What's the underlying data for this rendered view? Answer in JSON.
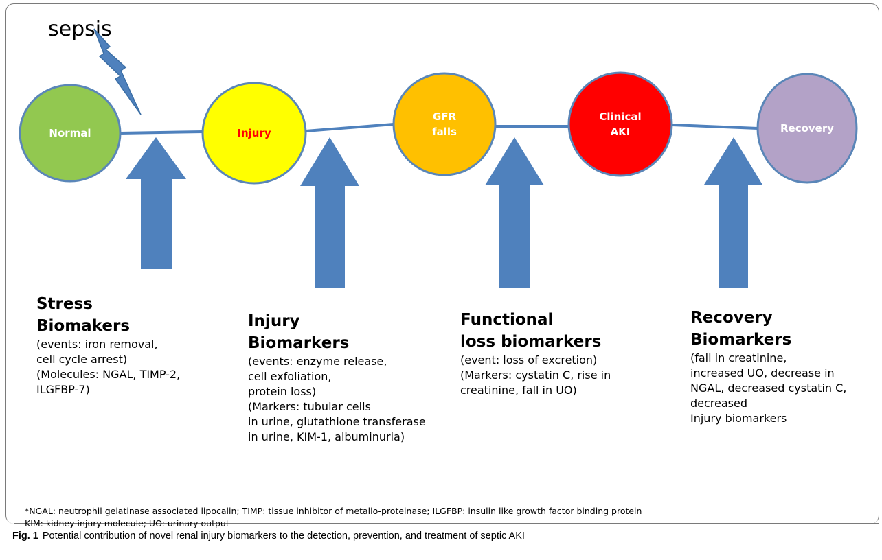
{
  "title": "sepsis",
  "nodes": [
    {
      "id": "normal",
      "lines": [
        "Normal"
      ],
      "fill": "#92c850",
      "stroke": "#5a86b8",
      "text_color": "#ffffff"
    },
    {
      "id": "injury",
      "lines": [
        "Injury"
      ],
      "fill": "#ffff00",
      "stroke": "#5a86b8",
      "text_color": "#ff0000"
    },
    {
      "id": "gfr",
      "lines": [
        "GFR",
        "falls"
      ],
      "fill": "#ffc000",
      "stroke": "#5a86b8",
      "text_color": "#ffffff"
    },
    {
      "id": "aki",
      "lines": [
        "Clinical",
        "AKI"
      ],
      "fill": "#ff0000",
      "stroke": "#5a86b8",
      "text_color": "#ffffff"
    },
    {
      "id": "recovery",
      "lines": [
        "Recovery"
      ],
      "fill": "#b3a2c7",
      "stroke": "#5a86b8",
      "text_color": "#ffffff"
    }
  ],
  "colors": {
    "connector": "#4f81bd",
    "arrow": "#4f81bd",
    "lightning": "#4f81bd"
  },
  "biomarkers": [
    {
      "heading": [
        "Stress",
        "Biomakers"
      ],
      "lines": [
        "(events: iron removal,",
        "cell cycle arrest)",
        "(Molecules: NGAL, TIMP-2,",
        "ILGFBP-7)"
      ]
    },
    {
      "heading": [
        "Injury",
        "Biomarkers"
      ],
      "lines": [
        "(events: enzyme release,",
        "cell exfoliation,",
        "protein loss)",
        "(Markers: tubular cells",
        "in urine, glutathione transferase",
        "in urine, KIM-1, albuminuria)"
      ]
    },
    {
      "heading": [
        "Functional",
        "loss biomarkers"
      ],
      "lines": [
        "(event: loss of excretion)",
        "(Markers: cystatin C, rise in",
        "creatinine, fall in UO)"
      ]
    },
    {
      "heading": [
        "Recovery",
        "Biomarkers"
      ],
      "lines": [
        "(fall in creatinine,",
        "increased UO, decrease in",
        "NGAL, decreased cystatin C,",
        "decreased",
        "Injury biomarkers"
      ]
    }
  ],
  "footnote": [
    "*NGAL:  neutrophil gelatinase associated lipocalin; TIMP: tissue inhibitor of metallo-proteinase; ILGFBP:  insulin like growth factor binding protein",
    "KIM: kidney injury molecule; UO:  urinary output"
  ],
  "caption": {
    "label": "Fig. 1",
    "text": "Potential contribution of novel renal injury biomarkers to the detection, prevention, and treatment of septic AKI"
  }
}
